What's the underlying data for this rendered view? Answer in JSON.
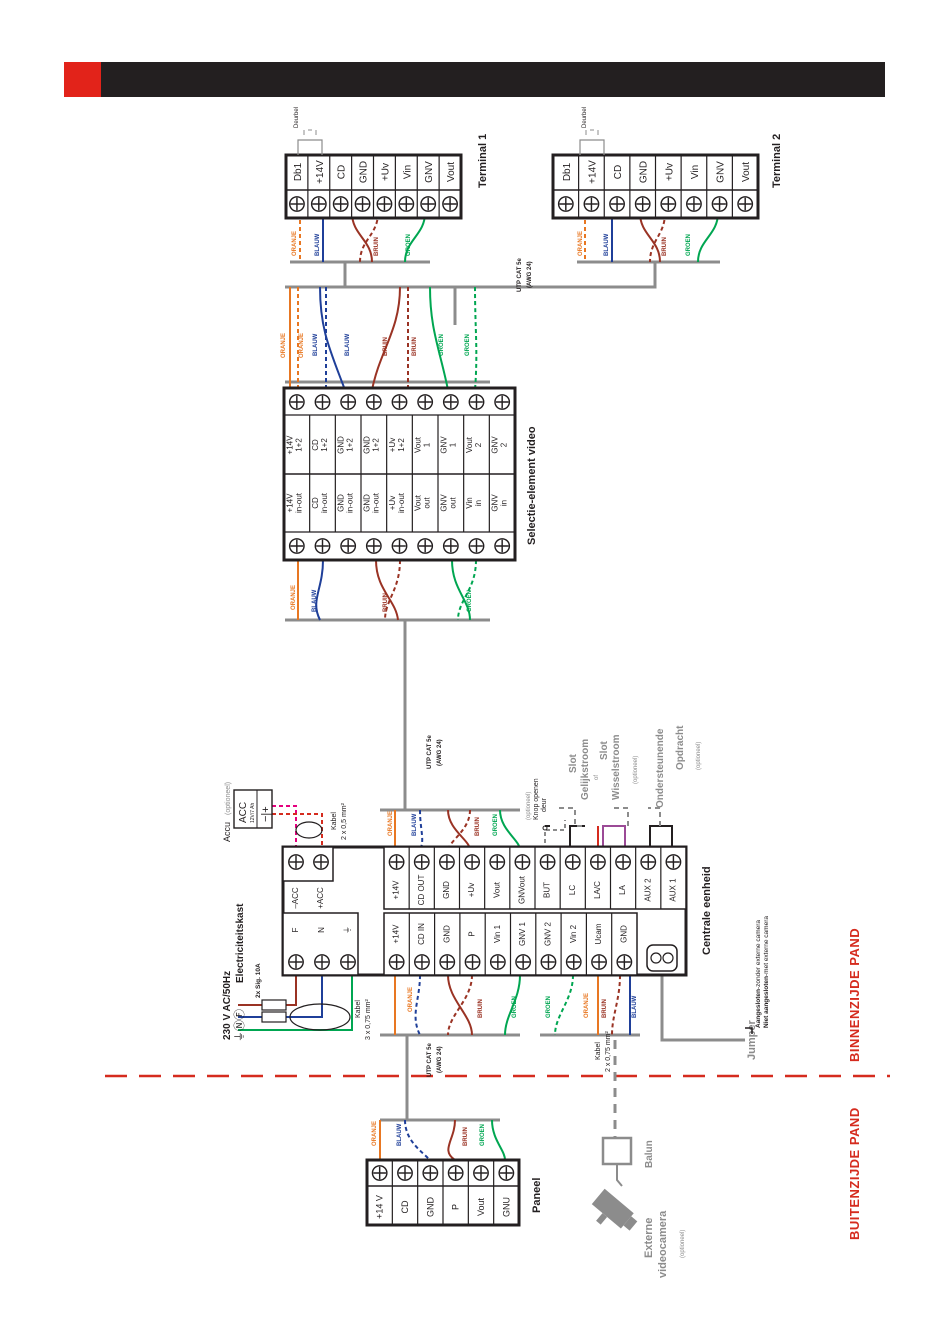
{
  "header": {
    "accent_color": "#e2231a",
    "bar_color": "#231f20"
  },
  "zones": {
    "outside": "BUITENZIJDE PAND",
    "inside": "BINNENZIJDE PAND"
  },
  "terminal1": {
    "title": "Terminal 1",
    "doorbell": "Deurbel",
    "pins": [
      "Db1",
      "+14V",
      "CD",
      "GND",
      "+Uv",
      "Vin",
      "GNV",
      "Vout"
    ]
  },
  "terminal2": {
    "title": "Terminal 2",
    "doorbell": "Deurbel",
    "pins": [
      "Db1",
      "+14V",
      "CD",
      "GND",
      "+Uv",
      "Vin",
      "GNV",
      "Vout"
    ]
  },
  "selectie": {
    "title": "Selectie-element video",
    "top_pins": [
      [
        "+14V",
        "1+2"
      ],
      [
        "CD",
        "1+2"
      ],
      [
        "GND",
        "1+2"
      ],
      [
        "GND",
        "1+2"
      ],
      [
        "+Uv",
        "1+2"
      ],
      [
        "Vout",
        "1"
      ],
      [
        "GNV",
        "1"
      ],
      [
        "Vout",
        "2"
      ],
      [
        "GNV",
        "2"
      ]
    ],
    "bottom_pins": [
      [
        "+14V",
        "in-out"
      ],
      [
        "CD",
        "in-out"
      ],
      [
        "GND",
        "in-out"
      ],
      [
        "GND",
        "in-out"
      ],
      [
        "+Uv",
        "in-out"
      ],
      [
        "Vout",
        "out"
      ],
      [
        "GNV",
        "out"
      ],
      [
        "Vin",
        "in"
      ],
      [
        "GNV",
        "in"
      ]
    ]
  },
  "centrale": {
    "title": "Centrale eenheid",
    "power_pins": [
      "–ACC",
      "+ACC"
    ],
    "mains_pins": [
      "F",
      "N",
      "⏚"
    ],
    "top_pins": [
      "+14V",
      "CD OUT",
      "GND",
      "+Uv",
      "Vout",
      "GNVout",
      "BUT",
      "LC",
      "LA/C",
      "LA",
      "AUX 2",
      "AUX 1"
    ],
    "bottom_pins": [
      "+14V",
      "CD IN",
      "GND",
      "P",
      "Vin 1",
      "GNV 1",
      "GNV 2",
      "Vin 2",
      "Ucam",
      "GND"
    ]
  },
  "paneel": {
    "title": "Paneel",
    "pins": [
      "+14 V",
      "CD",
      "GND",
      "P",
      "Vout",
      "GNU"
    ]
  },
  "cable": {
    "utp": "UTP CAT 5e",
    "awg": "(AWG 24)"
  },
  "wires": {
    "orange": "ORANJE",
    "blue": "BLAUW",
    "brown": "BRUIN",
    "green": "GROEN"
  },
  "colors": {
    "orange": "#e87722",
    "blue": "#1f3f99",
    "brown": "#9a3324",
    "green": "#00a651",
    "gray": "#8c8c8c",
    "red": "#d52b1e",
    "pink": "#e5007e",
    "black": "#231f20"
  },
  "mains": {
    "voltage": "230 V  AC/50Hz",
    "box": "Electriciteitskast",
    "symbols": "⏚ⓃⒻ",
    "fuse": "2x Sig. 10A",
    "cable_label": "Kabel",
    "cable_spec": "3 x 0,75 mm²"
  },
  "accu": {
    "label": "Accu",
    "optional": "(optioneel)",
    "name": "ACC",
    "rating": "12V/7 Ah",
    "cable_label": "Kabel",
    "cable_spec": "2 x 0,5 mm²"
  },
  "outputs": {
    "knop_optional": "(optioneel)",
    "knop_line1": "Knop openen",
    "knop_line2": "deur",
    "slot": "Slot",
    "gelijk": "Gelijkstroom",
    "of": "of",
    "wissel": "Wisselstroom",
    "slot_optional": "(optioneel)",
    "ondersteunende": "Ondersteunende",
    "opdracht": "Opdracht",
    "opdracht_optional": "(optioneel)"
  },
  "camera": {
    "line1": "Externe",
    "line2": "videocamera",
    "optional": "(optioneel)",
    "balun": "Balun",
    "cable_label": "Kabel",
    "cable_spec": "2 x 0,75 mm²"
  },
  "jumper": {
    "label": "Jumper",
    "line1_bold": "Aangesloten",
    "line1_rest": "-zonder externe camera",
    "line2_bold": "Niet aangesloten",
    "line2_rest": "-met externe camera"
  }
}
